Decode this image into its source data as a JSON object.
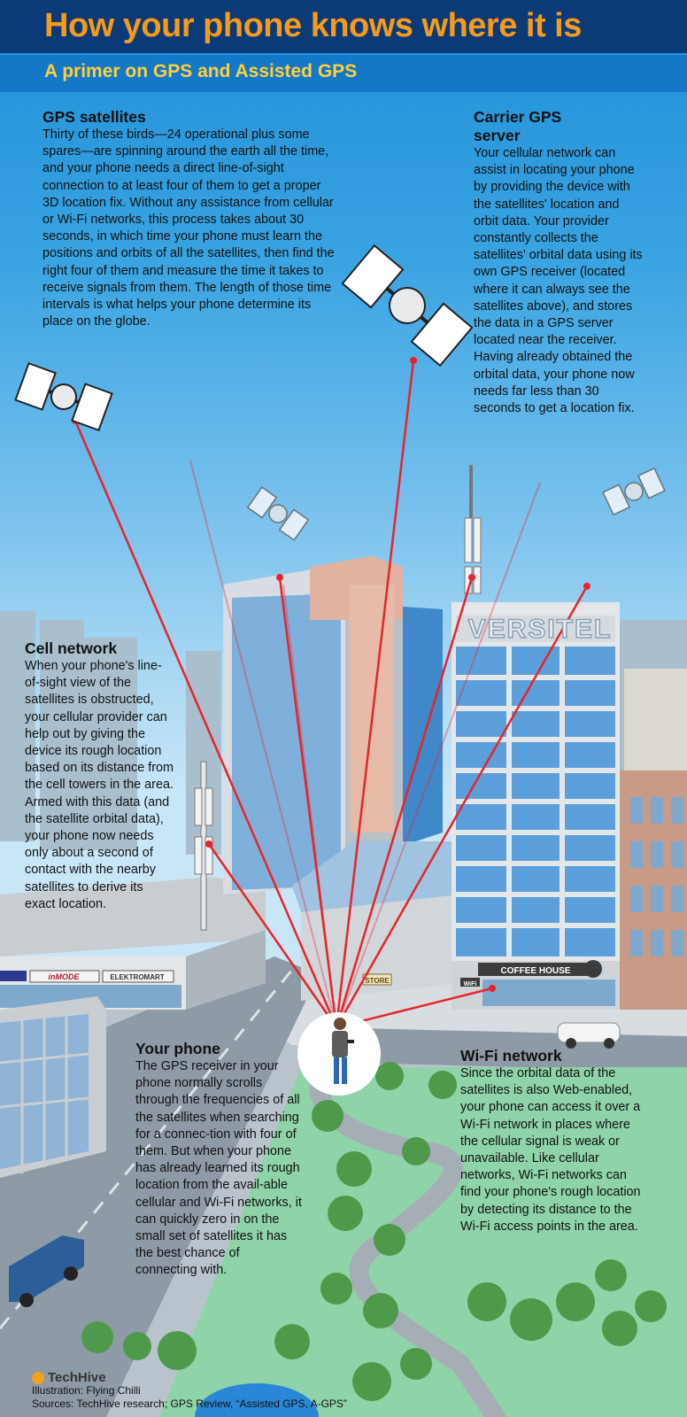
{
  "header": {
    "title": "How your phone knows where it is",
    "subtitle": "A primer on GPS and Assisted GPS"
  },
  "sections": {
    "gps": {
      "heading": "GPS satellites",
      "body": "Thirty of these birds—24 operational plus some spares—are spinning around the earth all the time, and your phone needs a direct line-of-sight connection to at least four of them to get a proper 3D location fix. Without any assistance from cellular or Wi-Fi networks, this process takes about 30 seconds, in which time your phone must learn the positions and orbits of all the satellites, then find the right four of them and measure the time it takes to receive signals from them. The length of those time intervals is what helps your phone determine its place on the globe."
    },
    "carrier": {
      "heading": "Carrier GPS server",
      "body": "Your cellular network can assist in locating your phone by providing the device with the satellites' location and orbit data. Your provider constantly collects the satellites' orbital data using its own GPS receiver (located where it can always see the satellites above), and stores the data in a GPS server located near the receiver. Having already obtained the orbital data, your phone now needs far less than 30 seconds to get a location fix."
    },
    "cell": {
      "heading": "Cell network",
      "body": "When your phone's line-of-sight view of the satellites is obstructed, your cellular provider can help out by giving the device its rough location based on its distance from the cell towers in the area. Armed with this data (and the satellite orbital data), your phone now needs only about a second of contact with the nearby satellites to derive its exact location."
    },
    "phone": {
      "heading": "Your phone",
      "body": "The GPS receiver in your phone normally scrolls through the frequencies of all the satellites when searching for a connec-tion with four of them. But when your phone has already learned its rough location from the avail-able cellular and Wi-Fi networks, it can quickly zero in on the small set of satellites it has the best chance of connecting with."
    },
    "wifi": {
      "heading": "Wi-Fi network",
      "body": "Since the orbital data of the satellites is also Web-enabled, your phone can access it over a Wi-Fi network in places where the cellular signal is weak or unavailable. Like cellular networks, Wi-Fi networks can find your phone's rough location by detecting its distance to the Wi-Fi access points in the area."
    }
  },
  "signs": {
    "company": "VERSITEL",
    "coffee": "COFFEE HOUSE",
    "store1": "inMODE",
    "store2": "ELEKTROMART",
    "store3": "STORE",
    "wifi_logo": "WiFi"
  },
  "footer": {
    "brand": "TechHive",
    "illustration": "Illustration: Flying Chilli",
    "sources": "Sources: TechHive research; GPS Review, “Assisted GPS, A-GPS”"
  },
  "colors": {
    "signal": "#e8242a",
    "header_bg": "#0a3a78",
    "title": "#f59a1a",
    "subtitle": "#ffcf3a",
    "grass": "#8fd3a8"
  }
}
